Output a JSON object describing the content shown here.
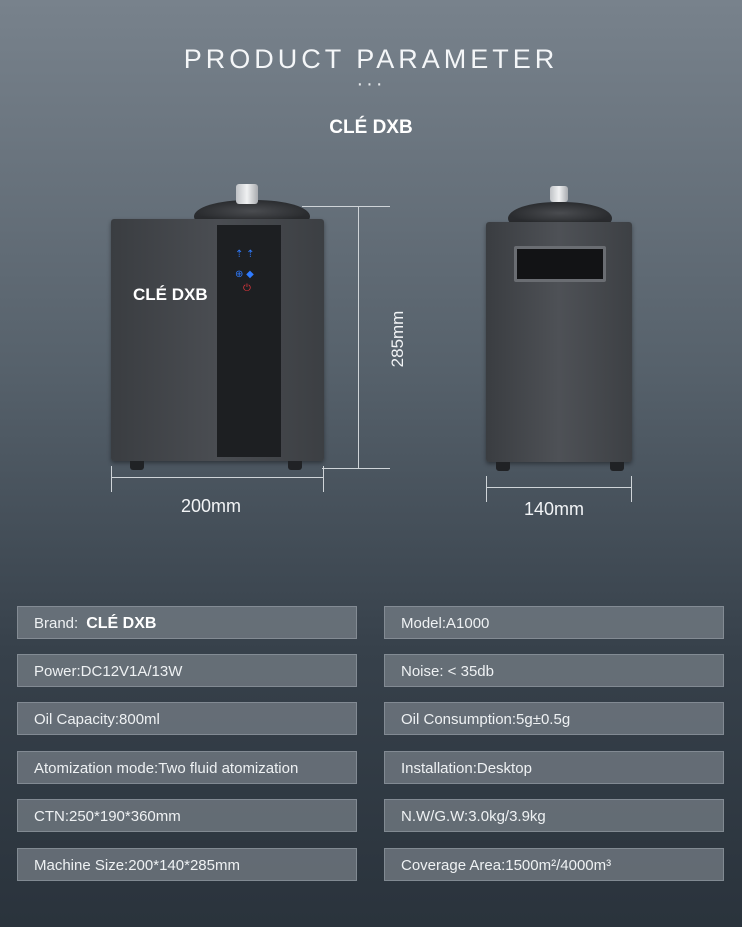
{
  "header": {
    "title": "PRODUCT PARAMETER",
    "dots": "···",
    "brand": "CLÉ DXB"
  },
  "front_device": {
    "logo": "CLÉ DXB",
    "height_label": "285mm",
    "width_label": "200mm"
  },
  "side_device": {
    "depth_label": "140mm"
  },
  "specs_left": [
    {
      "label": "Brand:",
      "value": "CLÉ DXB"
    },
    {
      "text": "Power:DC12V1A/13W"
    },
    {
      "text": "Oil Capacity:800ml"
    },
    {
      "text": "Atomization mode:Two fluid atomization"
    },
    {
      "text": "CTN:250*190*360mm"
    },
    {
      "text": "Machine Size:200*140*285mm"
    }
  ],
  "specs_right": [
    {
      "text": "Model:A1000"
    },
    {
      "text": "Noise: < 35db"
    },
    {
      "text": "Oil Consumption:5g±0.5g"
    },
    {
      "text": "Installation:Desktop"
    },
    {
      "text": "N.W/G.W:3.0kg/3.9kg"
    },
    {
      "text": "Coverage Area:1500m²/4000m³"
    }
  ],
  "colors": {
    "background_top": "#78828c",
    "background_bottom": "#2a333c",
    "spec_box": "#767e86",
    "device_body": "#45484c"
  }
}
